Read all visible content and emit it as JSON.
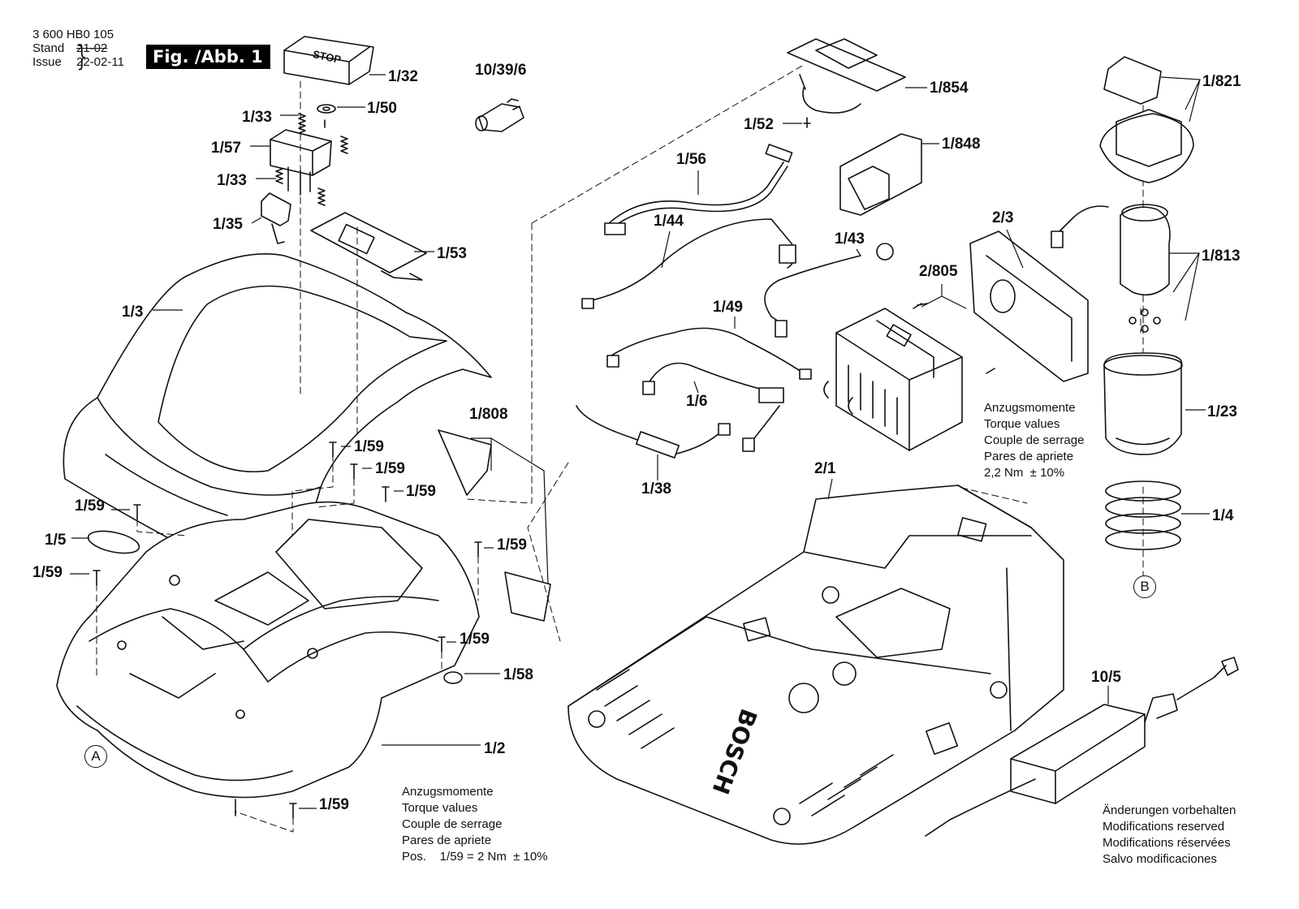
{
  "header": {
    "doc_number": "3 600 HB0 105",
    "stand_label": "Stand",
    "issue_label": "Issue",
    "stand_date": "21-02",
    "issue_date": "22-02-11",
    "figure_label": "Fig. /Abb. 1"
  },
  "parts": {
    "p_1_32": "1/32",
    "p_10_39_6": "10/39/6",
    "p_1_33a": "1/33",
    "p_1_50": "1/50",
    "p_1_57": "1/57",
    "p_1_33b": "1/33",
    "p_1_35": "1/35",
    "p_1_53": "1/53",
    "p_1_3": "1/3",
    "p_1_808": "1/808",
    "p_1_59a": "1/59",
    "p_1_59b": "1/59",
    "p_1_59c": "1/59",
    "p_1_59d": "1/59",
    "p_1_59e": "1/59",
    "p_1_59f": "1/59",
    "p_1_59g": "1/59",
    "p_1_59h": "1/59",
    "p_1_5": "1/5",
    "p_1_58": "1/58",
    "p_1_2": "1/2",
    "p_1_854": "1/854",
    "p_1_52": "1/52",
    "p_1_848": "1/848",
    "p_1_56": "1/56",
    "p_1_44": "1/44",
    "p_1_43": "1/43",
    "p_2_805": "2/805",
    "p_2_3": "2/3",
    "p_1_49": "1/49",
    "p_1_6": "1/6",
    "p_1_38": "1/38",
    "p_1_821": "1/821",
    "p_1_813": "1/813",
    "p_1_23": "1/23",
    "p_1_4": "1/4",
    "p_2_1": "2/1",
    "p_10_5": "10/5"
  },
  "markers": {
    "a": "A",
    "b": "B"
  },
  "notes": {
    "torque_right": "Anzugsmomente\nTorque values\nCouple de serrage\nPares de apriete\n2,2 Nm  ± 10%",
    "torque_bottom": "Anzugsmomente\nTorque values\nCouple de serrage\nPares de apriete\nPos.    1/59 = 2 Nm  ± 10%",
    "modifications": "Änderungen vorbehalten\nModifications reserved\nModifications réservées\nSalvo modificaciones"
  },
  "base_logo_text": "BOSCH",
  "stop_button_text": "STOP"
}
